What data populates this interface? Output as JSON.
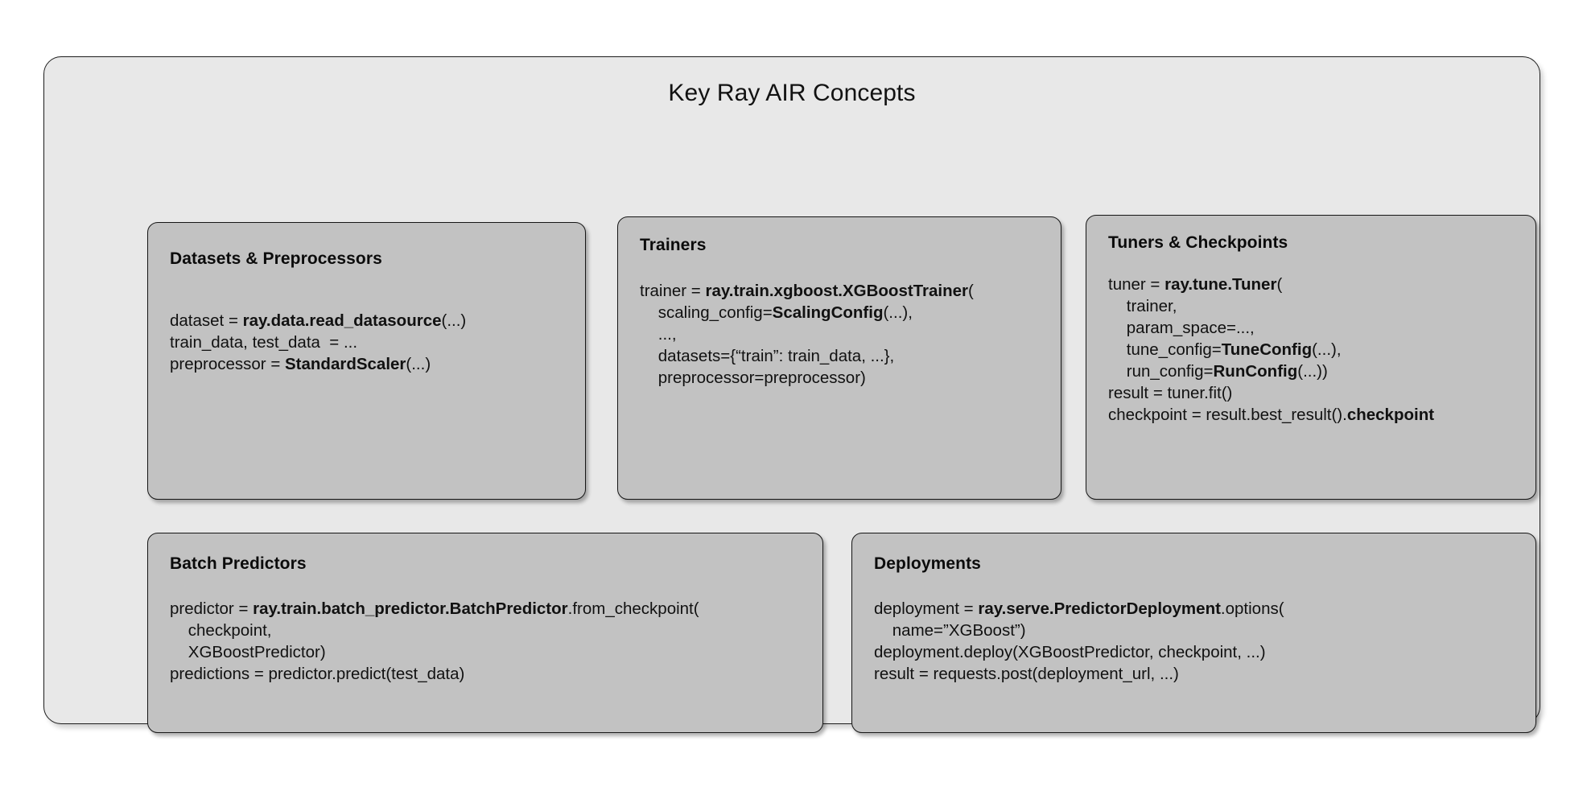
{
  "diagram": {
    "title": "Key Ray AIR Concepts",
    "colors": {
      "outer_panel_bg": "#e8e8e8",
      "card_bg": "#c2c2c2",
      "border": "#161616",
      "text": "#111111",
      "page_bg": "#ffffff"
    },
    "cards": [
      {
        "id": "datasets",
        "title": "Datasets & Preprocessors",
        "code_lines": [
          "dataset = ray.data.read_datasource(...)",
          "train_data, test_data  = ...",
          "preprocessor = StandardScaler(...)"
        ]
      },
      {
        "id": "trainers",
        "title": "Trainers",
        "code_lines": [
          "trainer = ray.train.xgboost.XGBoostTrainer(",
          "    scaling_config=ScalingConfig(...),",
          "    ...,",
          "    datasets={“train”: train_data, ...},",
          "    preprocessor=preprocessor)"
        ]
      },
      {
        "id": "tuners",
        "title": "Tuners & Checkpoints",
        "code_lines": [
          "tuner = ray.tune.Tuner(",
          "    trainer,",
          "    param_space=...,",
          "    tune_config=TuneConfig(...),",
          "    run_config=RunConfig(...))",
          "result = tuner.fit()",
          "checkpoint = result.best_result().checkpoint"
        ]
      },
      {
        "id": "batch",
        "title": "Batch Predictors",
        "code_lines": [
          "predictor = ray.train.batch_predictor.BatchPredictor.from_checkpoint(",
          "    checkpoint,",
          "    XGBoostPredictor)",
          "predictions = predictor.predict(test_data)"
        ]
      },
      {
        "id": "deploy",
        "title": "Deployments",
        "code_lines": [
          "deployment = ray.serve.PredictorDeployment.options(",
          "    name=”XGBoost”)",
          "deployment.deploy(XGBoostPredictor, checkpoint, ...)",
          "result = requests.post(deployment_url, ...)"
        ]
      }
    ],
    "code_rich": {
      "datasets": [
        [
          {
            "t": "dataset = ",
            "b": false
          },
          {
            "t": "ray.data.read_datasource",
            "b": true
          },
          {
            "t": "(...)",
            "b": false
          }
        ],
        [
          {
            "t": "train_data, test_data  = ...",
            "b": false
          }
        ],
        [
          {
            "t": "preprocessor = ",
            "b": false
          },
          {
            "t": "StandardScaler",
            "b": true
          },
          {
            "t": "(...)",
            "b": false
          }
        ]
      ],
      "trainers": [
        [
          {
            "t": "trainer = ",
            "b": false
          },
          {
            "t": "ray.train.xgboost.XGBoostTrainer",
            "b": true
          },
          {
            "t": "(",
            "b": false
          }
        ],
        [
          {
            "t": "    scaling_config=",
            "b": false
          },
          {
            "t": "ScalingConfig",
            "b": true
          },
          {
            "t": "(...),",
            "b": false
          }
        ],
        [
          {
            "t": "    ...,",
            "b": false
          }
        ],
        [
          {
            "t": "    datasets={“train”: train_data, ...},",
            "b": false
          }
        ],
        [
          {
            "t": "    preprocessor=preprocessor)",
            "b": false
          }
        ]
      ],
      "tuners": [
        [
          {
            "t": "tuner = ",
            "b": false
          },
          {
            "t": "ray.tune.Tuner",
            "b": true
          },
          {
            "t": "(",
            "b": false
          }
        ],
        [
          {
            "t": "    trainer,",
            "b": false
          }
        ],
        [
          {
            "t": "    param_space=...,",
            "b": false
          }
        ],
        [
          {
            "t": "    tune_config=",
            "b": false
          },
          {
            "t": "TuneConfig",
            "b": true
          },
          {
            "t": "(...),",
            "b": false
          }
        ],
        [
          {
            "t": "    run_config=",
            "b": false
          },
          {
            "t": "RunConfig",
            "b": true
          },
          {
            "t": "(...))",
            "b": false
          }
        ],
        [
          {
            "t": "result = tuner.fit()",
            "b": false
          }
        ],
        [
          {
            "t": "checkpoint = result.best_result().",
            "b": false
          },
          {
            "t": "checkpoint",
            "b": true
          }
        ]
      ],
      "batch": [
        [
          {
            "t": "predictor = ",
            "b": false
          },
          {
            "t": "ray.train.batch_predictor.BatchPredictor",
            "b": true
          },
          {
            "t": ".from_checkpoint(",
            "b": false
          }
        ],
        [
          {
            "t": "    checkpoint,",
            "b": false
          }
        ],
        [
          {
            "t": "    XGBoostPredictor)",
            "b": false
          }
        ],
        [
          {
            "t": "predictions = predictor.predict(test_data)",
            "b": false
          }
        ]
      ],
      "deploy": [
        [
          {
            "t": "deployment = ",
            "b": false
          },
          {
            "t": "ray.serve.PredictorDeployment",
            "b": true
          },
          {
            "t": ".options(",
            "b": false
          }
        ],
        [
          {
            "t": "    name=”XGBoost”)",
            "b": false
          }
        ],
        [
          {
            "t": "deployment.deploy(XGBoostPredictor, checkpoint, ...)",
            "b": false
          }
        ],
        [
          {
            "t": "result = requests.post(deployment_url, ...)",
            "b": false
          }
        ]
      ]
    }
  }
}
